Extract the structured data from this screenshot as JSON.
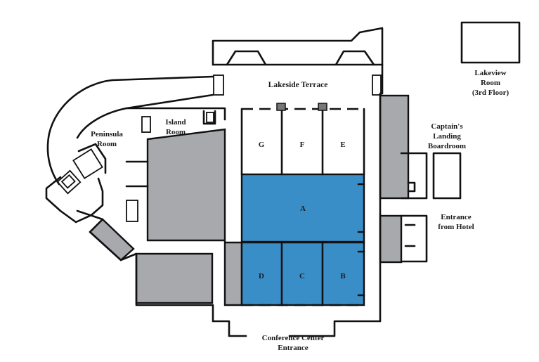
{
  "colors": {
    "selected": "#3a8ec8",
    "service": "#a7a9ac",
    "wall": "#111111",
    "background": "#ffffff"
  },
  "labels": {
    "lakeside_terrace": "Lakeside Terrace",
    "lakeview_room": [
      "Lakeview",
      "Room",
      "(3rd Floor)"
    ],
    "captains_landing": [
      "Captain's",
      "Landing",
      "Boardroom"
    ],
    "entrance_hotel": [
      "Entrance",
      "from Hotel"
    ],
    "island_room": [
      "Island",
      "Room"
    ],
    "peninsula_room": [
      "Peninsula",
      "Room"
    ],
    "conference_entrance": [
      "Conference Center",
      "Entrance"
    ]
  },
  "rooms": {
    "g": "G",
    "f": "F",
    "e": "E",
    "a": "A",
    "d": "D",
    "c": "C",
    "b": "B"
  },
  "highlighted_rooms": [
    "A",
    "B",
    "C",
    "D"
  ]
}
